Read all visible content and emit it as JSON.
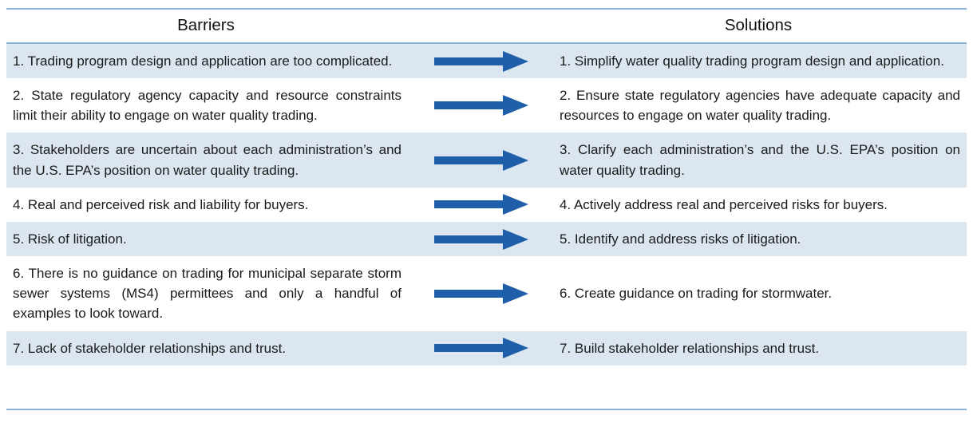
{
  "table": {
    "headers": {
      "left": "Barriers",
      "right": "Solutions"
    },
    "accent_color": "#1F5FA9",
    "band_color": "#DCE6F1",
    "rule_color": "#8DB3D9",
    "arrow_icon": "right-arrow-icon",
    "rows": [
      {
        "barrier": "1. Trading program design and application are too complicated.",
        "solution": "1. Simplify water quality trading program design and application.",
        "shaded": true,
        "multiline": true
      },
      {
        "barrier": "2. State regulatory agency capacity and resource constraints limit their ability to engage on water quality trading.",
        "solution": "2. Ensure state regulatory agencies have adequate capacity and resources to engage on water quality trading.",
        "shaded": false,
        "multiline": true
      },
      {
        "barrier": "3. Stakeholders are uncertain about each administration’s and the U.S. EPA’s position on water quality trading.",
        "solution": " 3. Clarify each administration’s and the U.S. EPA’s position on water quality trading.",
        "shaded": true,
        "multiline": true
      },
      {
        "barrier": "4. Real and perceived risk and liability for buyers.",
        "solution": "4. Actively address real and perceived risks for buyers.",
        "shaded": false,
        "multiline": false
      },
      {
        "barrier": "5. Risk of litigation.",
        "solution": "5. Identify and address risks of litigation.",
        "shaded": true,
        "multiline": false
      },
      {
        "barrier": "6. There is no guidance on trading for municipal separate storm sewer systems (MS4) permittees and only a handful of examples to look toward.",
        "solution": "6. Create guidance on trading for stormwater.",
        "shaded": false,
        "multiline": true
      },
      {
        "barrier": "7. Lack of stakeholder relationships and trust.",
        "solution": "7. Build stakeholder relationships and trust.",
        "shaded": true,
        "multiline": false
      }
    ]
  }
}
